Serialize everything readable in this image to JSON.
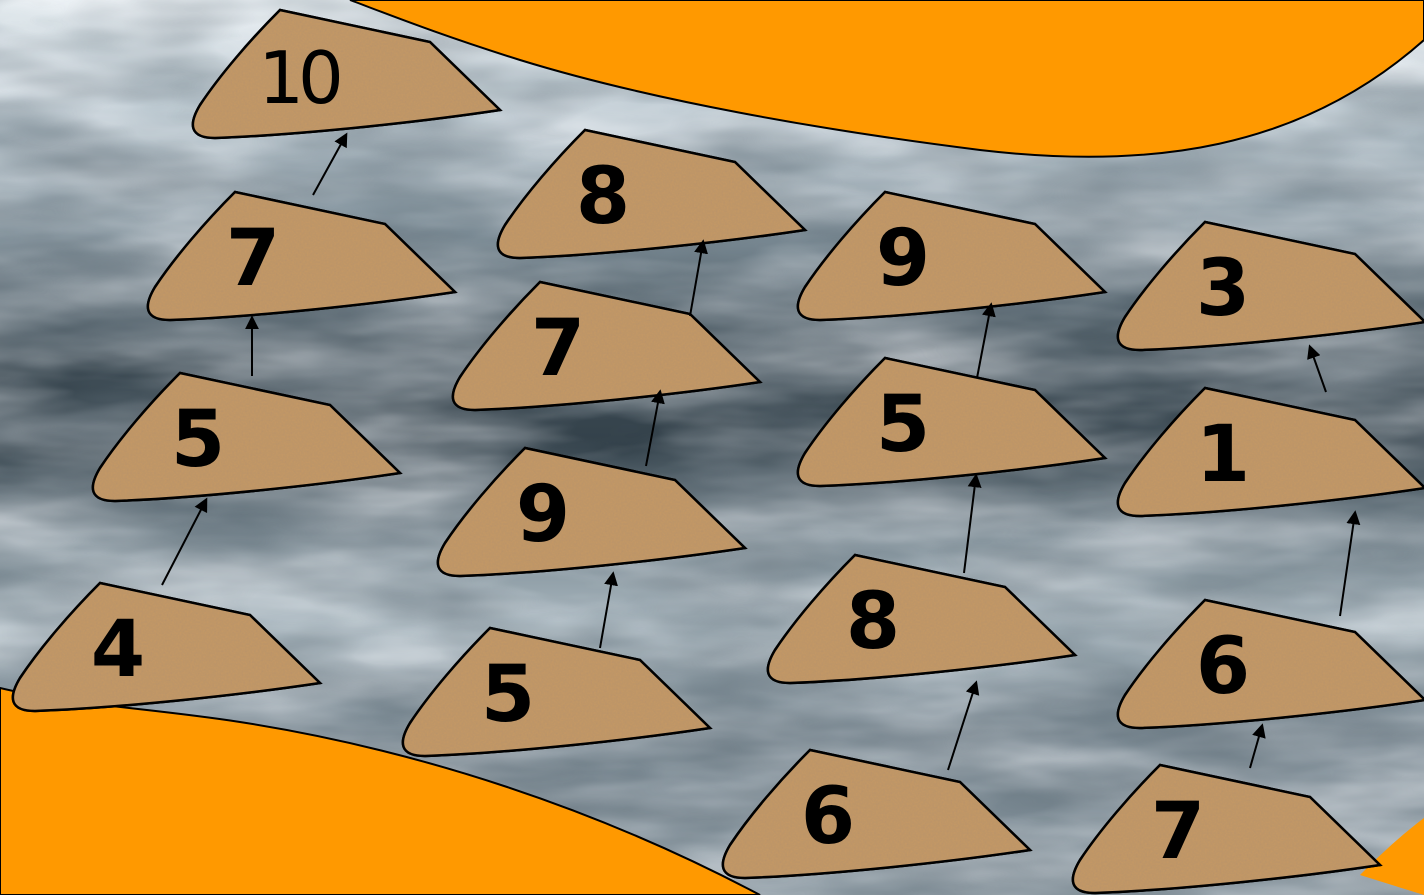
{
  "colors": {
    "accent": "#ff9900",
    "sky_light": "#dfe6ea",
    "sky_dark": "#2d3a42",
    "stone": "#c19462",
    "ink": "#000000"
  },
  "stones": [
    {
      "id": "s1",
      "label": "10"
    },
    {
      "id": "s2",
      "label": "7"
    },
    {
      "id": "s3",
      "label": "5"
    },
    {
      "id": "s4",
      "label": "4"
    },
    {
      "id": "s5",
      "label": "8"
    },
    {
      "id": "s6",
      "label": "7"
    },
    {
      "id": "s7",
      "label": "9"
    },
    {
      "id": "s8",
      "label": "5"
    },
    {
      "id": "s9",
      "label": "9"
    },
    {
      "id": "s10",
      "label": "5"
    },
    {
      "id": "s11",
      "label": "8"
    },
    {
      "id": "s12",
      "label": "6"
    },
    {
      "id": "s13",
      "label": "3"
    },
    {
      "id": "s14",
      "label": "1"
    },
    {
      "id": "s15",
      "label": "6"
    },
    {
      "id": "s16",
      "label": "7"
    }
  ],
  "links": [
    {
      "from": "s4",
      "to": "s3"
    },
    {
      "from": "s3",
      "to": "s2"
    },
    {
      "from": "s2",
      "to": "s1"
    },
    {
      "from": "s8",
      "to": "s7"
    },
    {
      "from": "s7",
      "to": "s6"
    },
    {
      "from": "s6",
      "to": "s5"
    },
    {
      "from": "s12",
      "to": "s11"
    },
    {
      "from": "s11",
      "to": "s10"
    },
    {
      "from": "s10",
      "to": "s9"
    },
    {
      "from": "s16",
      "to": "s15"
    },
    {
      "from": "s15",
      "to": "s14"
    },
    {
      "from": "s14",
      "to": "s13"
    }
  ]
}
